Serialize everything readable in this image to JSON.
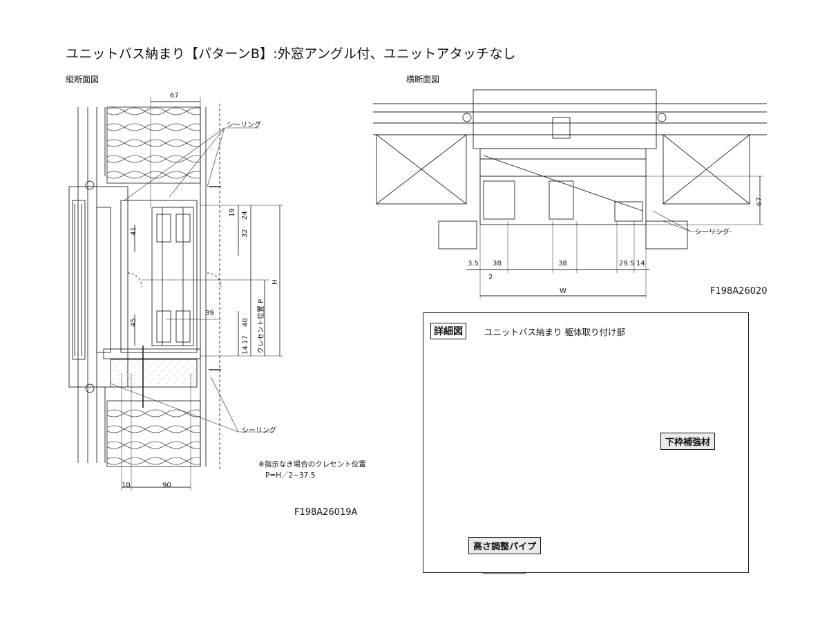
{
  "title": "ユニットバス納まり【パターンB】:外窓アングル付、ユニットアタッチなし",
  "vertical_section": {
    "label": "縦断面図",
    "code": "F198A26019A",
    "sealing_top": "シーリング",
    "sealing_bottom": "シーリング",
    "dims": {
      "top": "67",
      "d19": "19",
      "d24": "24",
      "d32": "32",
      "d41": "41",
      "h": "H",
      "d39": "39",
      "d40": "40",
      "d45": "45",
      "d17": "17",
      "d14": "14",
      "crescent": "クレセント位置 P",
      "bottom_10": "10",
      "bottom_90": "90"
    },
    "note_line1": "※指示なき場合のクレセント位置",
    "note_line2": "P=H／2−37.5"
  },
  "horizontal_section": {
    "label": "横断面図",
    "code": "F198A26020",
    "sealing": "シーリング",
    "dims": {
      "d67": "67",
      "d3_5": "3.5",
      "d38a": "38",
      "d38b": "38",
      "d29_5": "29.5",
      "d14": "14",
      "d2": "2",
      "w": "W"
    }
  },
  "detail": {
    "tag": "詳細図",
    "title": "ユニットバス納まり 躯体取り付け部",
    "callout_reinforce": "下枠補強材",
    "callout_pipe": "高さ調整パイプ",
    "colors": {
      "reinforce": "#2b7fb5",
      "pipe": "#c98fb0",
      "callout_bg": "#e8ecef"
    }
  }
}
